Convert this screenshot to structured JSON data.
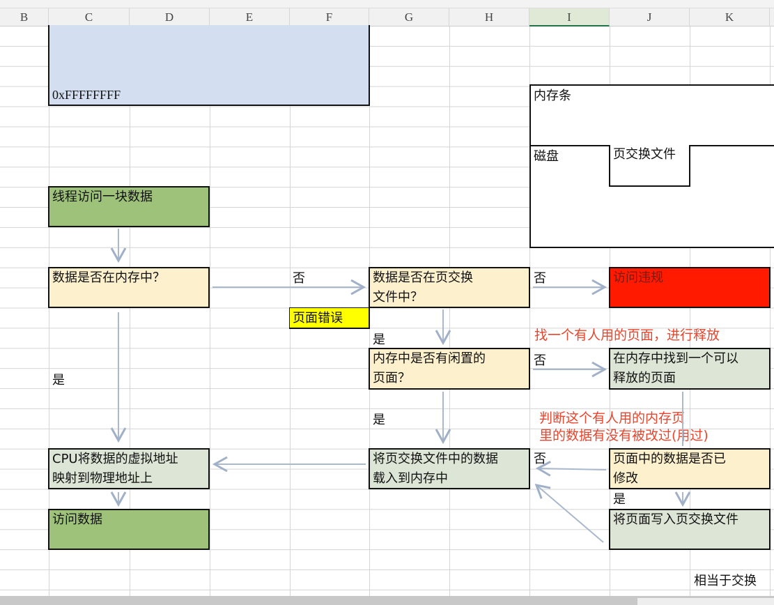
{
  "columns": [
    "B",
    "C",
    "D",
    "E",
    "F",
    "G",
    "H",
    "I",
    "J",
    "K"
  ],
  "selected_column": "I",
  "memory_box": {
    "label": "0xFFFFFFFF"
  },
  "legend": {
    "memory": "内存条",
    "disk": "磁盘",
    "swapfile": "页交换文件"
  },
  "flow": {
    "thread_access": "线程访问一块数据",
    "in_memory": "数据是否在内存中？",
    "in_swapfile_1": "数据是否在页交换",
    "in_swapfile_2": "文件中？",
    "violation": "访问违规",
    "page_fault": "页面错误",
    "free_page_1": "内存中是否有闲置的",
    "free_page_2": "页面？",
    "find_page_1": "在内存中找到一个可以",
    "find_page_2": "释放的页面",
    "map_1": "CPU将数据的虚拟地址",
    "map_2": "映射到物理地址上",
    "load_1": "将页交换文件中的数据",
    "load_2": "载入到内存中",
    "modified_1": "页面中的数据是否已",
    "modified_2": "修改",
    "write_page": "将页面写入页交换文件",
    "access_data": "访问数据"
  },
  "labels": {
    "no": "否",
    "yes": "是"
  },
  "notes": {
    "release": "找一个有人用的页面，进行释放",
    "judge_1": "判断这个有人用的内存页",
    "judge_2": "里的数据有没有被改过(用过)",
    "equivalent": "相当于交换"
  }
}
